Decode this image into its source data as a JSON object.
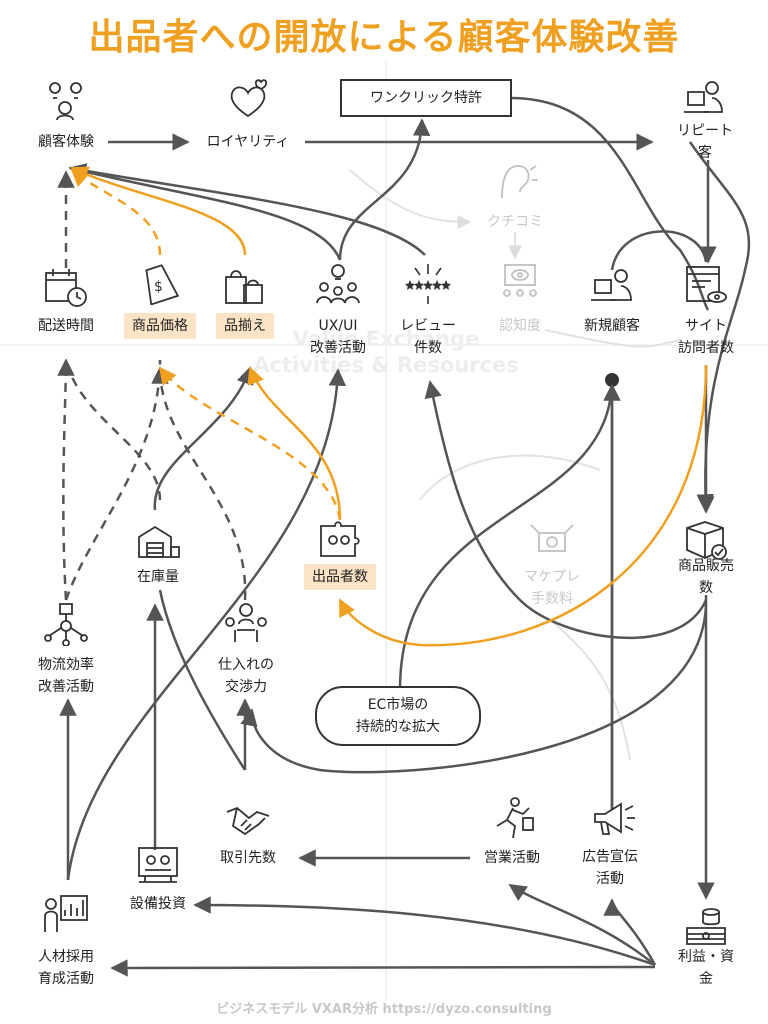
{
  "title": "出品者への開放による顧客体験改善",
  "watermark": "Value Exchange\nActivities & Resources",
  "footer": "ビジネスモデル VXAR分析 https://dyzo.consulting",
  "colors": {
    "accent": "#F0A020",
    "highlight_bg": "#FBE3C6",
    "line": "#555555",
    "faded": "#C8C8C8"
  },
  "nodes": {
    "customer_experience": {
      "label": "顧客体験",
      "icon": "people-emotions-icon"
    },
    "loyalty": {
      "label": "ロイヤリティ",
      "icon": "hearts-icon"
    },
    "one_click_patent": {
      "label": "ワンクリック特許"
    },
    "repeat_customers": {
      "label": "リピート客",
      "icon": "person-at-laptop-icon"
    },
    "word_of_mouth": {
      "label": "クチコミ",
      "icon": "word-of-mouth-icon"
    },
    "delivery_time": {
      "label": "配送時間",
      "icon": "calendar-clock-icon"
    },
    "product_price": {
      "label": "商品価格",
      "icon": "price-tag-icon"
    },
    "product_selection": {
      "label": "品揃え",
      "icon": "shopping-bags-icon"
    },
    "ux_ui": {
      "label": "UX/UI\n改善活動",
      "icon": "team-idea-icon"
    },
    "review_count": {
      "label": "レビュー\n件数",
      "icon": "five-stars-icon"
    },
    "awareness": {
      "label": "認知度",
      "icon": "eye-audience-icon"
    },
    "new_customers": {
      "label": "新規顧客",
      "icon": "person-at-laptop-icon"
    },
    "site_visitors": {
      "label": "サイト\n訪問者数",
      "icon": "web-page-eye-icon"
    },
    "inventory": {
      "label": "在庫量",
      "icon": "warehouse-icon"
    },
    "seller_count": {
      "label": "出品者数",
      "icon": "puzzle-people-icon"
    },
    "marketplace_fee": {
      "label": "マケプレ\n手数料",
      "icon": "money-wings-icon"
    },
    "product_sales": {
      "label": "商品販売数",
      "icon": "package-check-icon"
    },
    "logistics": {
      "label": "物流効率\n改善活動",
      "icon": "logistics-network-icon"
    },
    "purchasing_power": {
      "label": "仕入れの\n交渉力",
      "icon": "meeting-icon"
    },
    "ec_market": {
      "label": "EC市場の\n持続的な拡大"
    },
    "suppliers": {
      "label": "取引先数",
      "icon": "handshake-icon"
    },
    "sales_activities": {
      "label": "営業活動",
      "icon": "running-man-icon"
    },
    "advertising": {
      "label": "広告宣伝\n活動",
      "icon": "megaphone-icon"
    },
    "equipment": {
      "label": "設備投資",
      "icon": "machine-icon"
    },
    "hr": {
      "label": "人材採用\n育成活動",
      "icon": "presenter-chart-icon"
    },
    "profit": {
      "label": "利益・資金",
      "icon": "money-stack-icon"
    }
  }
}
